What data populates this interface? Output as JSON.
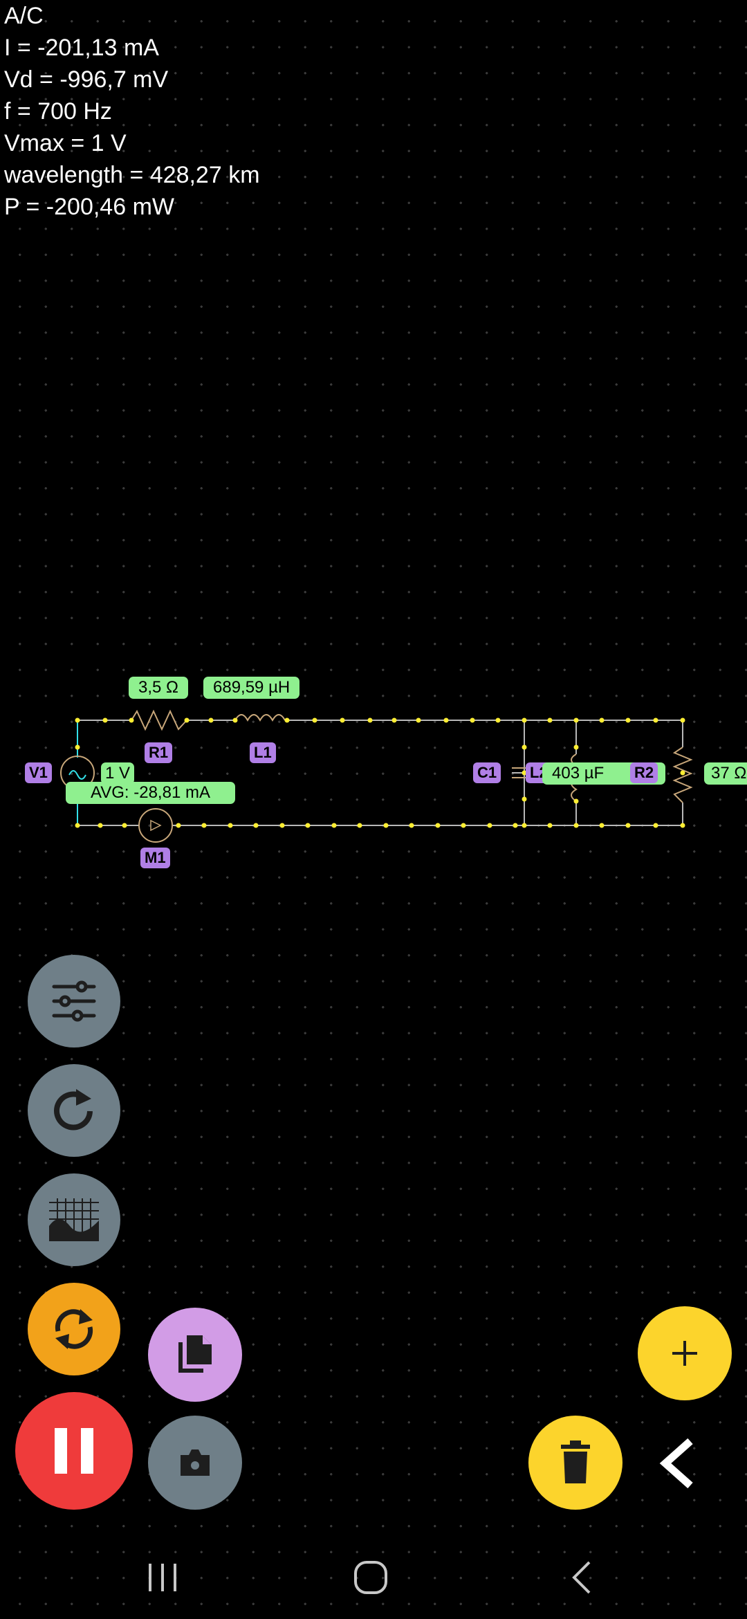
{
  "readout": {
    "mode": "A/C",
    "current": "I = -201,13 mA",
    "voltage_drop": "Vd = -996,7 mV",
    "frequency": "f = 700 Hz",
    "vmax": "Vmax = 1 V",
    "wavelength": "wavelength = 428,27 km",
    "power": "P = -200,46 mW"
  },
  "circuit": {
    "r1": {
      "name": "R1",
      "value": "3,5 Ω"
    },
    "l1": {
      "name": "L1",
      "value": "689,59 µH"
    },
    "v1": {
      "name": "V1",
      "value": "1 V"
    },
    "m1": {
      "name": "M1",
      "value": "AVG: -28,81 mA"
    },
    "c1": {
      "name": "C1",
      "value": "403 µF"
    },
    "l2": {
      "name": "L2"
    },
    "r2": {
      "name": "R2",
      "value": "37 Ω"
    }
  },
  "colors": {
    "background": "#000000",
    "value_tag": "#8ff08f",
    "name_tag": "#b07fe6",
    "wire": "#b8b8b8",
    "node": "#ffee33",
    "source_wire": "#33e0e8",
    "fab_gray": "#6f7f88",
    "fab_orange": "#f2a21a",
    "fab_red": "#ef3b3b",
    "fab_purple": "#d29ce6",
    "fab_yellow": "#fcd42c"
  },
  "toolbar": {
    "settings_icon": "sliders-icon",
    "rotate_icon": "rotate-icon",
    "graph_icon": "graph-icon",
    "refresh_icon": "refresh-icon",
    "pause_icon": "pause-icon",
    "copy_icon": "copy-icon",
    "camera_icon": "camera-icon",
    "add_icon": "plus-icon",
    "delete_icon": "trash-icon",
    "collapse_icon": "chevron-left-icon"
  },
  "navbar": {
    "recents_icon": "recents-icon",
    "home_icon": "home-icon",
    "back_icon": "back-icon"
  }
}
